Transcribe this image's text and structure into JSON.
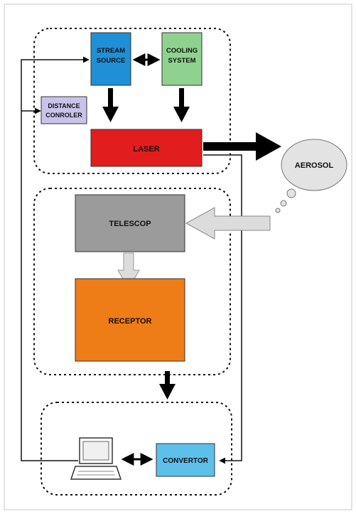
{
  "diagram": {
    "blocks": {
      "stream_source": {
        "line1": "STREAM",
        "line2": "SOURCE",
        "color": "#1f8fd6"
      },
      "cooling_system": {
        "line1": "COOLING",
        "line2": "SYSTEM",
        "color": "#8fd28f"
      },
      "distance_controller": {
        "line1": "DISTANCE",
        "line2": "CONROLER",
        "color": "#c9c3ea"
      },
      "laser": {
        "label": "LASER",
        "color": "#e21d1d"
      },
      "aerosol": {
        "label": "AEROSOL",
        "color": "#e3e3e3"
      },
      "telescope": {
        "label": "TELESCOP",
        "color": "#9b9b9b"
      },
      "receptor": {
        "label": "RECEPTOR",
        "color": "#ee7c17"
      },
      "convertor": {
        "label": "CONVERTOR",
        "color": "#5cc0ea"
      }
    },
    "icons": {
      "computer": "laptop-computer-icon"
    }
  }
}
